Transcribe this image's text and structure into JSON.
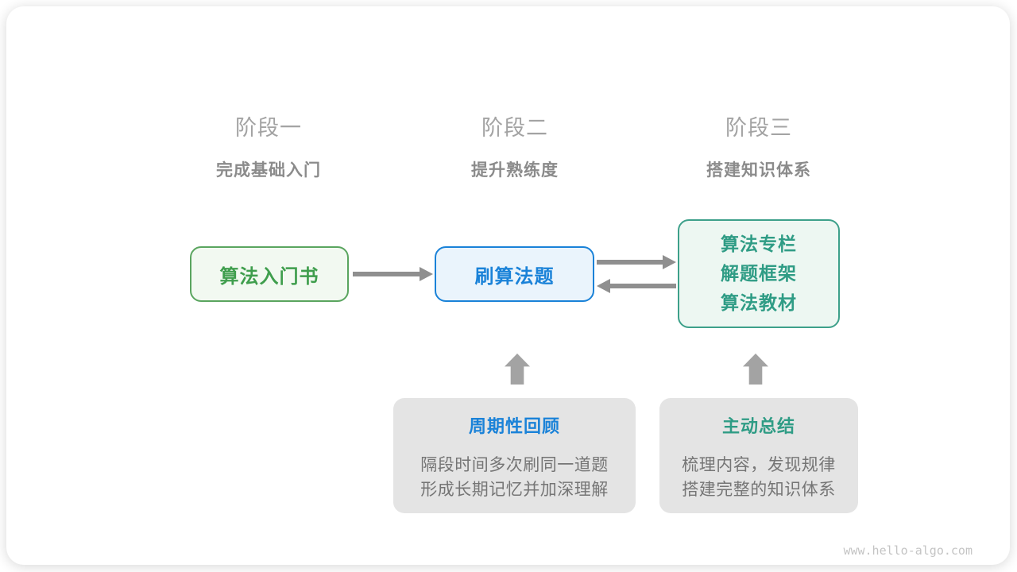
{
  "page": {
    "watermark": "www.hello-algo.com"
  },
  "phases": [
    {
      "title": "阶段一",
      "subtitle": "完成基础入门"
    },
    {
      "title": "阶段二",
      "subtitle": "提升熟练度"
    },
    {
      "title": "阶段三",
      "subtitle": "搭建知识体系"
    }
  ],
  "nodes": {
    "intro_book": {
      "label": "算法入门书"
    },
    "practice": {
      "label": "刷算法题"
    },
    "resources": {
      "lines": [
        "算法专栏",
        "解题框架",
        "算法教材"
      ]
    }
  },
  "callouts": {
    "review": {
      "title": "周期性回顾",
      "lines": [
        "隔段时间多次刷同一道题",
        "形成长期记忆并加深理解"
      ]
    },
    "summary": {
      "title": "主动总结",
      "lines": [
        "梳理内容，发现规律",
        "搭建完整的知识体系"
      ]
    }
  },
  "colors": {
    "green": "#3f9e4d",
    "green-border": "#5aa55f",
    "green-bg": "#f2f9f1",
    "blue": "#1a82d8",
    "blue-bg": "#eaf4fc",
    "teal": "#2f9c85",
    "teal-border": "#3da08a",
    "teal-bg": "#edf7f2",
    "callout-bg": "#e4e4e4",
    "arrow": "#8f8f8f",
    "block-arrow": "#a3a3a3",
    "phase-title": "#a3a3a3",
    "phase-subtitle": "#8b8b8b",
    "body-text": "#757575",
    "watermark": "#c4c4c4"
  }
}
